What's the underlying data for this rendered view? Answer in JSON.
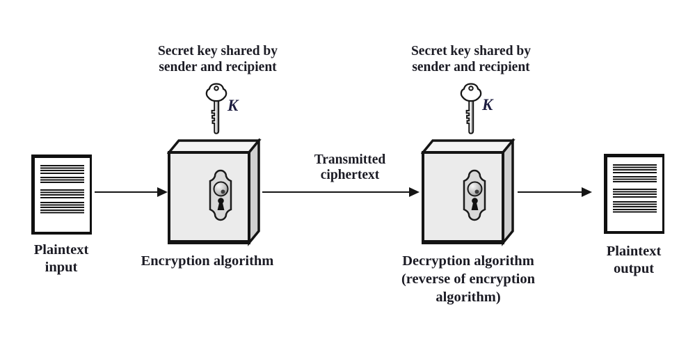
{
  "labels": {
    "secret_key_left": "Secret key shared by\nsender and recipient",
    "secret_key_right": "Secret key shared by\nsender and recipient",
    "key_symbol_left": "K",
    "key_symbol_right": "K",
    "plaintext_input": "Plaintext\ninput",
    "plaintext_output": "Plaintext\noutput",
    "encryption_algorithm": "Encryption algorithm",
    "transmitted_ciphertext": "Transmitted\nciphertext",
    "decryption_algorithm": "Decryption algorithm\n(reverse of encryption\nalgorithm)"
  },
  "icons": {
    "key": "key-icon",
    "document": "document-icon",
    "cipher_box": "lock-box-icon",
    "keyhole": "keyhole-icon",
    "arrow": "right-arrow"
  },
  "colors": {
    "background": "#ffffff",
    "text": "#1b1b24",
    "key_letter": "#1d1d40",
    "outline": "#141414",
    "box_front": "#ebebeb",
    "box_top": "#f3f3f3",
    "box_side": "#d0d0d0",
    "lock_plate": "#d9d9d9",
    "page": "#ffffff"
  }
}
